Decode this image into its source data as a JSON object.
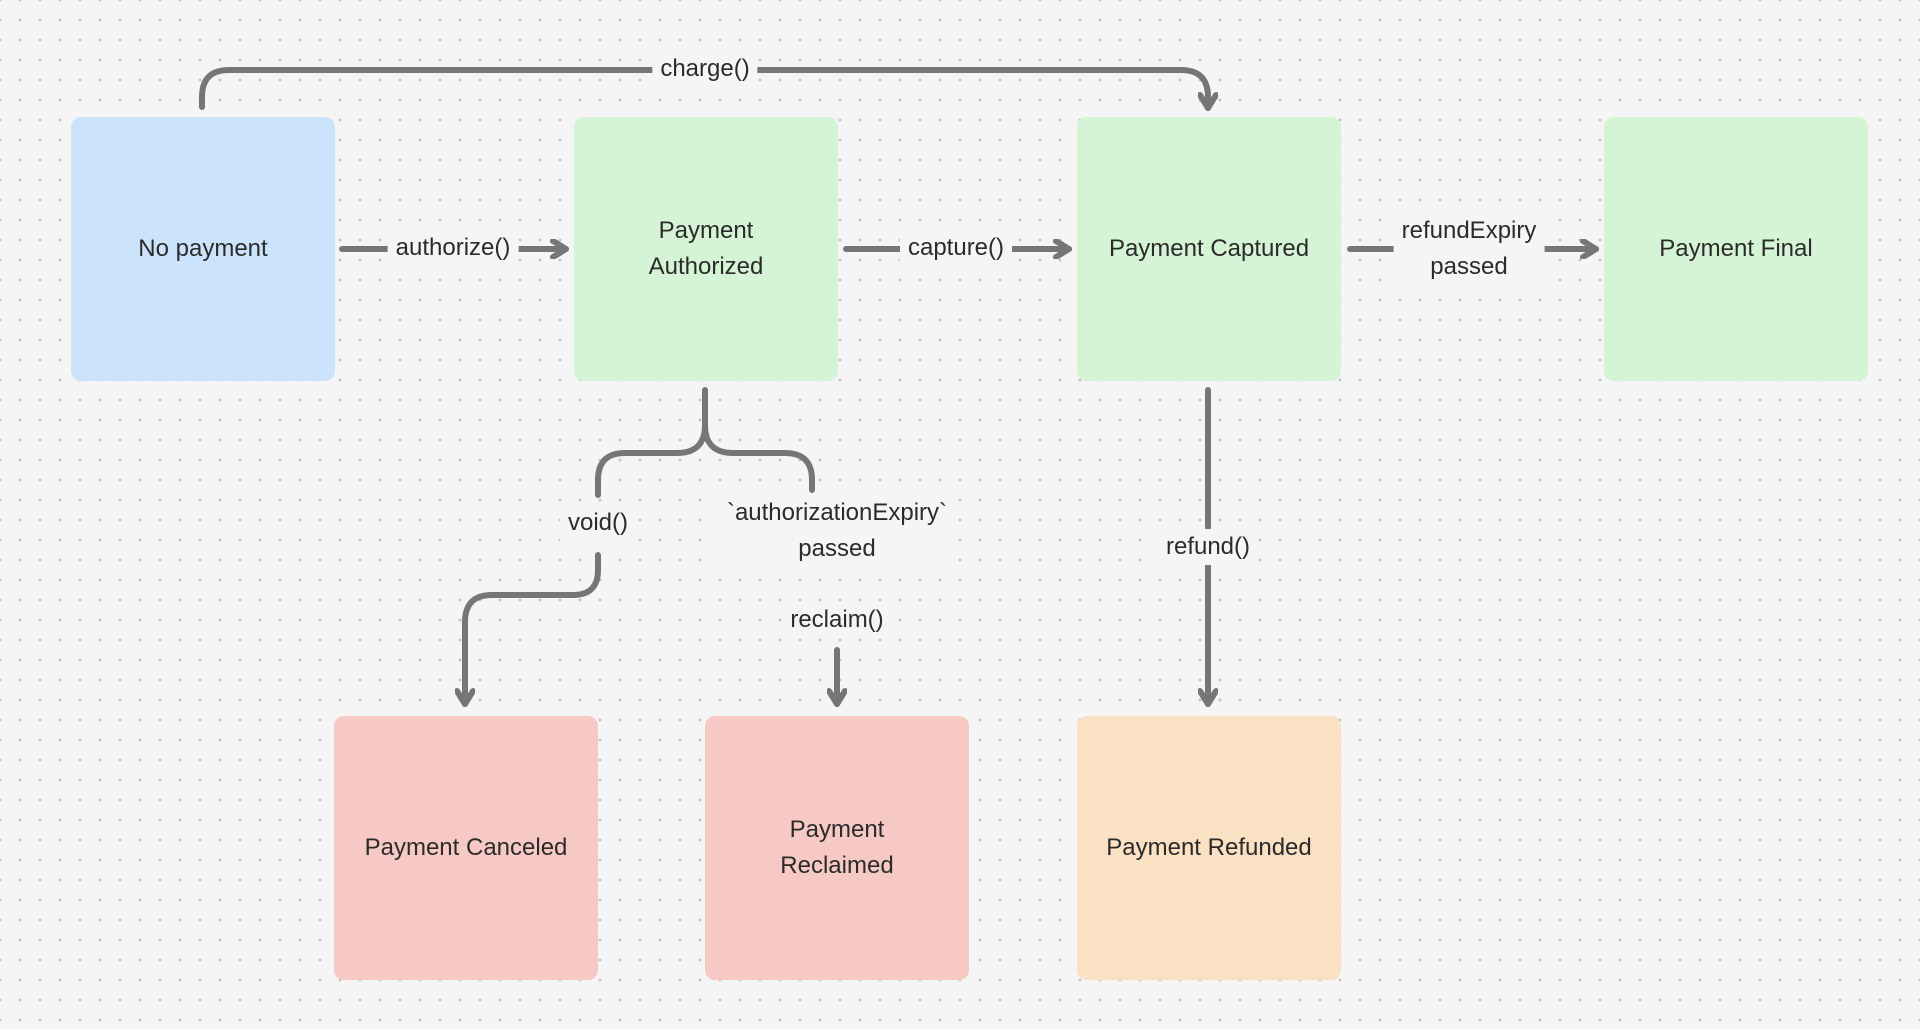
{
  "states": {
    "no_payment": "No payment",
    "payment_authorized": "Payment\nAuthorized",
    "payment_captured": "Payment Captured",
    "payment_final": "Payment Final",
    "payment_canceled": "Payment Canceled",
    "payment_reclaimed": "Payment\nReclaimed",
    "payment_refunded": "Payment Refunded"
  },
  "transitions": {
    "charge": "charge()",
    "authorize": "authorize()",
    "capture": "capture()",
    "refund_expiry": "refundExpiry\npassed",
    "void": "void()",
    "authorization_expiry": "`authorizationExpiry`\npassed",
    "reclaim": "reclaim()",
    "refund": "refund()"
  },
  "colors": {
    "initial_state": "#cce4fb",
    "success_state": "#d5f4d6",
    "failure_state": "#f7c9c5",
    "refund_state": "#fae1c3",
    "edge": "#767676"
  }
}
